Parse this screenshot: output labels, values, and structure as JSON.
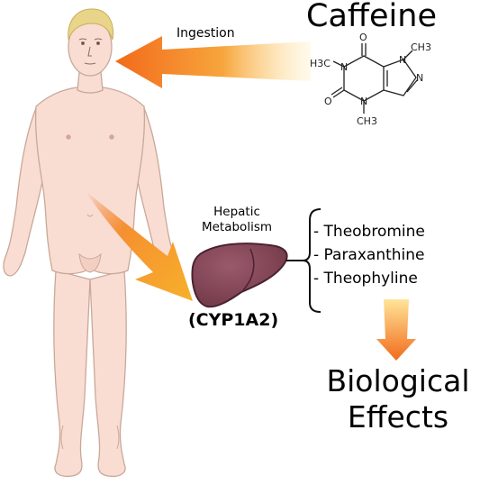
{
  "title": "Caffeine",
  "ingestion_label": "Ingestion",
  "hepatic_label": [
    "Hepatic",
    "Metabolism"
  ],
  "enzyme_label": "(CYP1A2)",
  "metabolites": [
    "- Theobromine",
    "- Paraxanthine",
    "- Theophyline"
  ],
  "outcome_label": [
    "Biological",
    "Effects"
  ],
  "molecule_atoms": {
    "methyl_top": "CH3",
    "methyl_left": "H3C",
    "methyl_bottom": "CH3",
    "oxygen_top": "O",
    "oxygen_left": "O",
    "nitrogen": "N"
  },
  "colors": {
    "skin": "#f9ddd2",
    "skin_outline": "#c9a899",
    "hair": "#e9d58a",
    "liver": "#8a4b5d",
    "arrow_start": "#f26a1b",
    "arrow_end": "#ffd36a"
  }
}
